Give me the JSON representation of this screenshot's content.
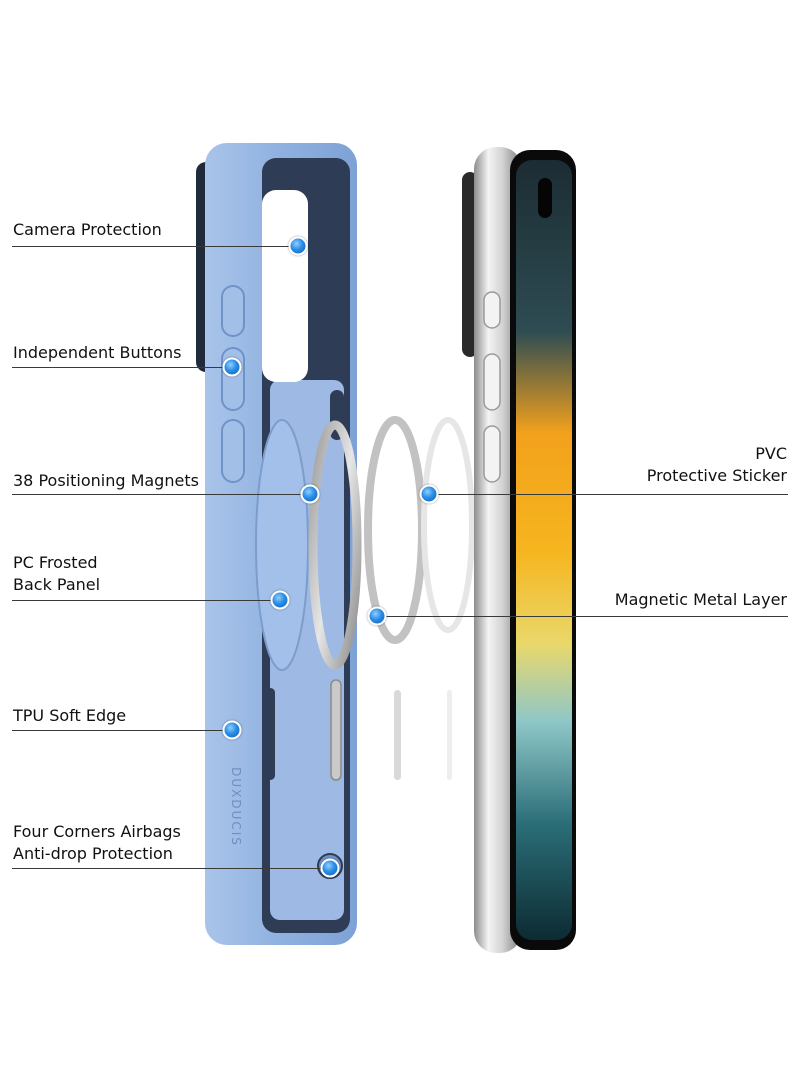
{
  "brand": {
    "case_logo": "DUXDUCIS"
  },
  "colors": {
    "case_blue": "#8fb1e0",
    "case_blue_dark": "#6f93c8",
    "case_inner": "#2e3d55",
    "callout_dot": "#2b8de6",
    "leader_line": "#3a3a3a"
  },
  "callouts": {
    "camera_protection": {
      "lines": [
        "Camera Protection"
      ]
    },
    "independent_buttons": {
      "lines": [
        "Independent Buttons"
      ]
    },
    "positioning_magnets": {
      "lines": [
        "38 Positioning Magnets"
      ]
    },
    "pc_frosted_back": {
      "lines": [
        "PC Frosted",
        "Back Panel"
      ]
    },
    "tpu_soft_edge": {
      "lines": [
        "TPU Soft Edge"
      ]
    },
    "corner_airbags": {
      "lines": [
        "Four Corners Airbags",
        "Anti-drop Protection"
      ]
    },
    "pvc_sticker": {
      "lines": [
        "PVC",
        "Protective Sticker"
      ]
    },
    "magnetic_metal_layer": {
      "lines": [
        "Magnetic Metal Layer"
      ]
    }
  }
}
